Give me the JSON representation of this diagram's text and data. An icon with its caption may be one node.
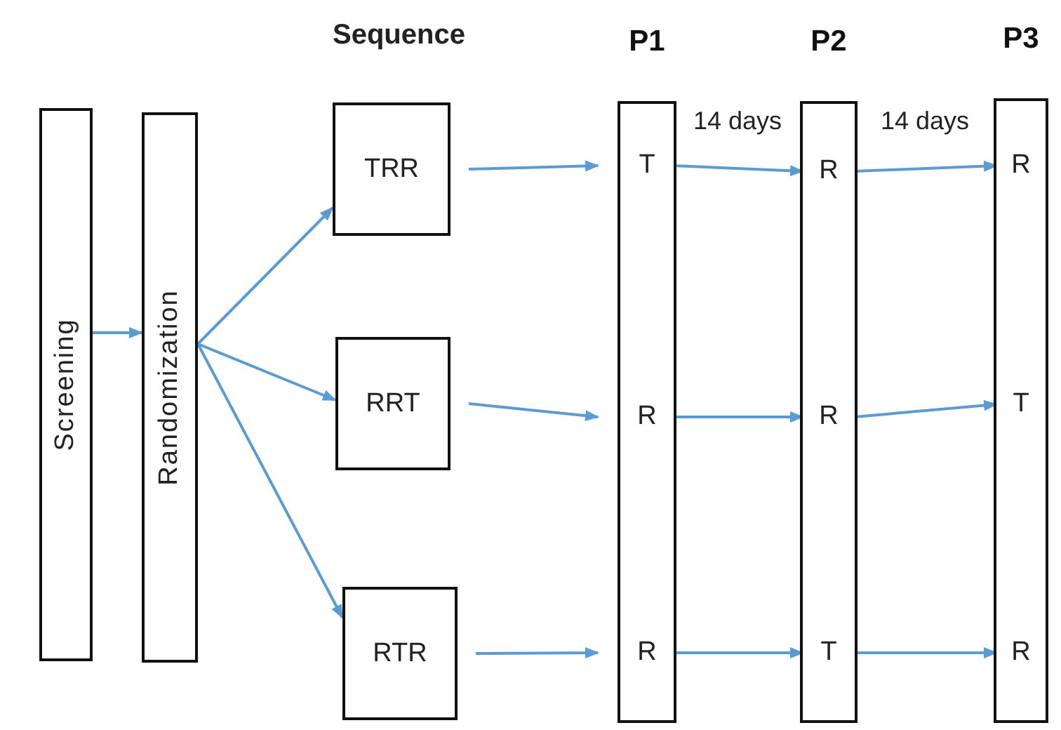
{
  "diagram": {
    "nodes": [
      {
        "text": [
          "Screening"
        ]
      },
      {
        "text": [
          "Randomization"
        ]
      },
      {
        "text": [
          "TRR"
        ]
      },
      {
        "text": [
          "RRT"
        ]
      },
      {
        "text": [
          "RTR"
        ]
      },
      {
        "text": [
          "P1"
        ]
      },
      {
        "text": [
          "T"
        ],
        "in": 5
      },
      {
        "text": [
          "R"
        ],
        "in": 5
      },
      {
        "text": [
          "R"
        ],
        "in": 5
      },
      {
        "text": [
          "P2"
        ]
      },
      {
        "text": [
          "R"
        ],
        "in": 9
      },
      {
        "text": [
          "R"
        ],
        "in": 9
      },
      {
        "text": [
          "T"
        ],
        "in": 9
      },
      {
        "text": [
          "P3"
        ]
      },
      {
        "text": [
          "R"
        ],
        "in": 13
      },
      {
        "text": [
          "T"
        ],
        "in": 13
      },
      {
        "text": [
          "R"
        ],
        "in": 13
      }
    ],
    "edges": [
      {
        "from": 0,
        "to": 1,
        "arrow": "to"
      },
      {
        "from": 1,
        "to": 2,
        "arrow": "to"
      },
      {
        "from": 1,
        "to": 3,
        "arrow": "to"
      },
      {
        "from": 1,
        "to": 4,
        "arrow": "to"
      },
      {
        "from": 2,
        "to": 6,
        "arrow": "to"
      },
      {
        "from": 3,
        "to": 7,
        "arrow": "to"
      },
      {
        "from": 4,
        "to": 8,
        "arrow": "to"
      },
      {
        "from": 6,
        "to": 10,
        "arrow": "to",
        "label": "14 days"
      },
      {
        "from": 7,
        "to": 11,
        "arrow": "to"
      },
      {
        "from": 8,
        "to": 12,
        "arrow": "to"
      },
      {
        "from": 10,
        "to": 14,
        "arrow": "to",
        "label": "14 days"
      },
      {
        "from": 11,
        "to": 15,
        "arrow": "to"
      },
      {
        "from": 12,
        "to": 16,
        "arrow": "to"
      }
    ],
    "labels": [
      "Sequence"
    ]
  }
}
